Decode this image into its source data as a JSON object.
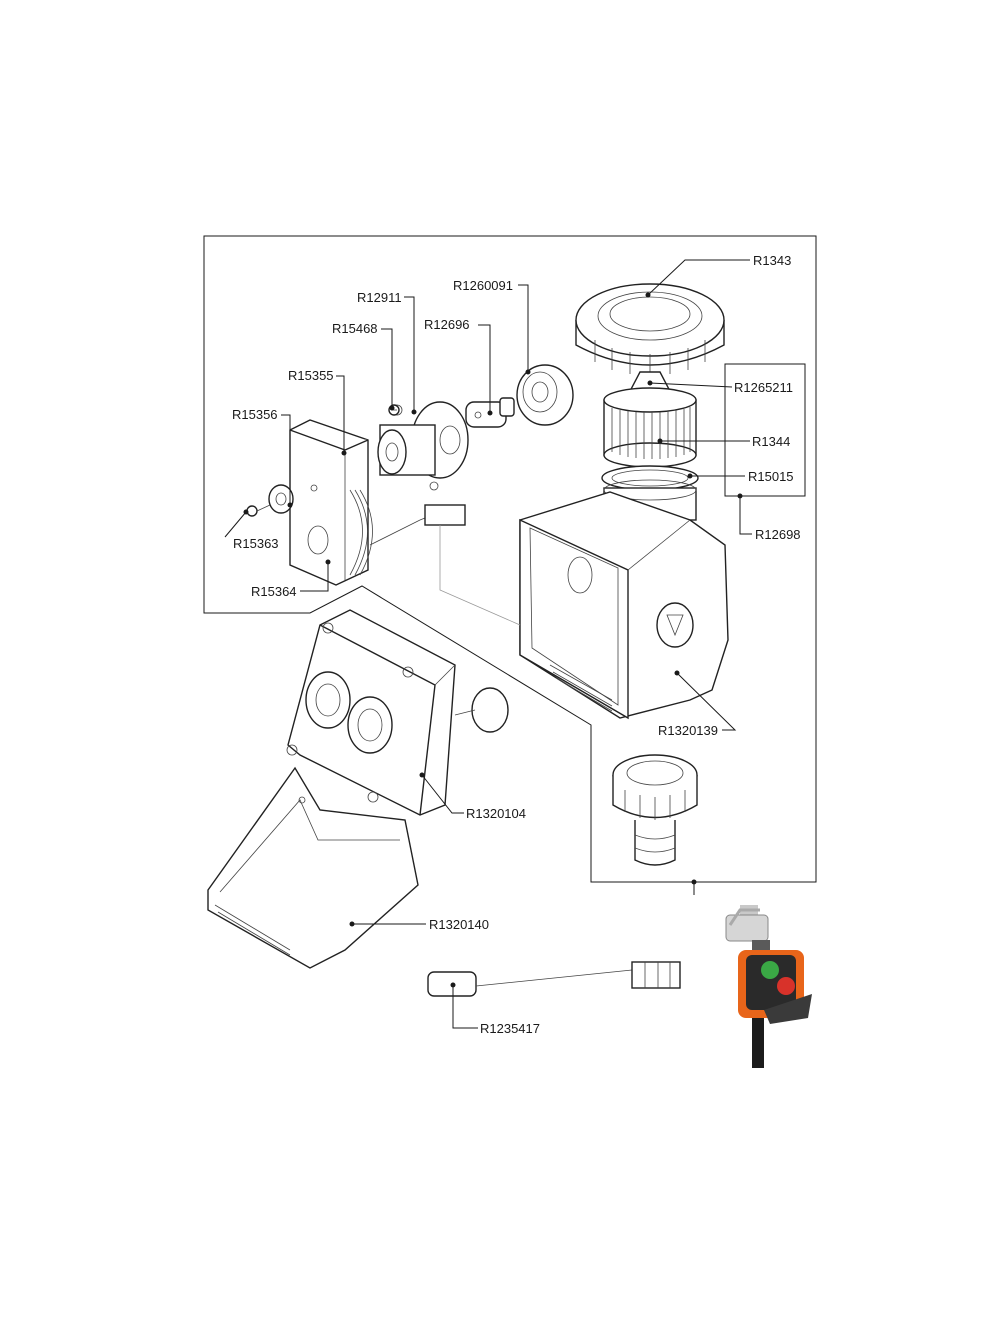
{
  "parts": [
    {
      "id": "R1343",
      "label": "R1343"
    },
    {
      "id": "R1260091",
      "label": "R1260091"
    },
    {
      "id": "R12911",
      "label": "R12911"
    },
    {
      "id": "R15468",
      "label": "R15468"
    },
    {
      "id": "R12696",
      "label": "R12696"
    },
    {
      "id": "R15355",
      "label": "R15355"
    },
    {
      "id": "R15356",
      "label": "R15356"
    },
    {
      "id": "R1265211",
      "label": "R1265211"
    },
    {
      "id": "R1344",
      "label": "R1344"
    },
    {
      "id": "R15015",
      "label": "R15015"
    },
    {
      "id": "R12698",
      "label": "R12698"
    },
    {
      "id": "R15363",
      "label": "R15363"
    },
    {
      "id": "R15364",
      "label": "R15364"
    },
    {
      "id": "R1320139",
      "label": "R1320139"
    },
    {
      "id": "R1320104",
      "label": "R1320104"
    },
    {
      "id": "R1320140",
      "label": "R1320140"
    },
    {
      "id": "R1235417",
      "label": "R1235417"
    }
  ],
  "colors": {
    "line": "#1a1a1a",
    "product_body": "#e8651a",
    "product_dark": "#2a2a2a",
    "button_green": "#3aa845",
    "button_red": "#d8322a"
  }
}
